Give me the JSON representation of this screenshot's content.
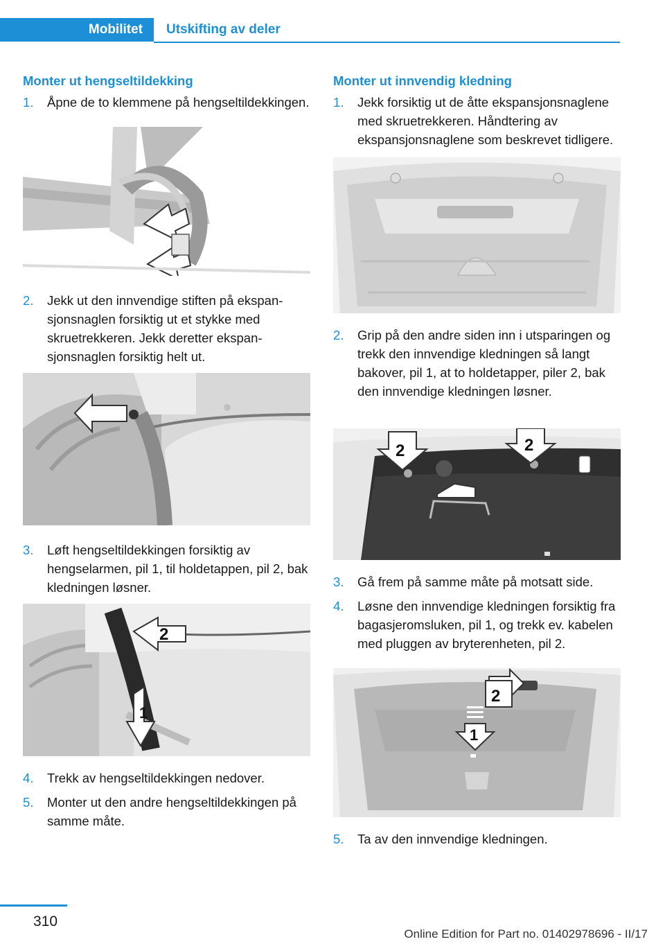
{
  "header": {
    "section": "Mobilitet",
    "subsection": "Utskifting av deler"
  },
  "left": {
    "heading": "Monter ut hengseltildekking",
    "steps": [
      {
        "num": "1.",
        "text": "Åpne de to klemmene på hengseltildekkin­gen."
      },
      {
        "num": "2.",
        "text": "Jekk ut den innvendige stiften på ekspan­sjonsnaglen forsiktig ut et stykke med skruetrekkeren. Jekk deretter ekspan­sjonsnaglen forsiktig helt ut."
      },
      {
        "num": "3.",
        "text": "Løft hengseltildekkingen forsiktig av hengselarmen, pil 1, til holdetappen, pil 2, bak kledningen løsner."
      },
      {
        "num": "4.",
        "text": "Trekk av hengseltildekkingen nedover."
      },
      {
        "num": "5.",
        "text": "Monter ut den andre hengseltildekkingen på samme måte."
      }
    ]
  },
  "right": {
    "heading": "Monter ut innvendig kledning",
    "steps": [
      {
        "num": "1.",
        "text": "Jekk forsiktig ut de åtte ekspansjonsnag­lene med skruetrekkeren. Håndtering av ekspansjonsnaglene som beskrevet tidli­gere."
      },
      {
        "num": "2.",
        "text": "Grip på den andre siden inn i utsparingen og trekk den innvendige kledningen så langt bakover, pil 1, at to holdetapper, pi­ler 2, bak den innvendige kledningen løs­ner."
      },
      {
        "num": "3.",
        "text": "Gå frem på samme måte på motsatt side."
      },
      {
        "num": "4.",
        "text": "Løsne den innvendige kledningen forsiktig fra bagasjeromsluken, pil 1, og trekk ev. ka­belen med pluggen av bryterenheten, pil 2."
      },
      {
        "num": "5.",
        "text": "Ta av den innvendige kledningen."
      }
    ]
  },
  "figure_labels": {
    "left3_a": "2",
    "left3_b": "1",
    "right2_a": "2",
    "right2_b": "2",
    "right3_a": "2",
    "right3_b": "1"
  },
  "footer": {
    "page": "310",
    "edition": "Online Edition for Part no. 01402978696 - II/17"
  }
}
